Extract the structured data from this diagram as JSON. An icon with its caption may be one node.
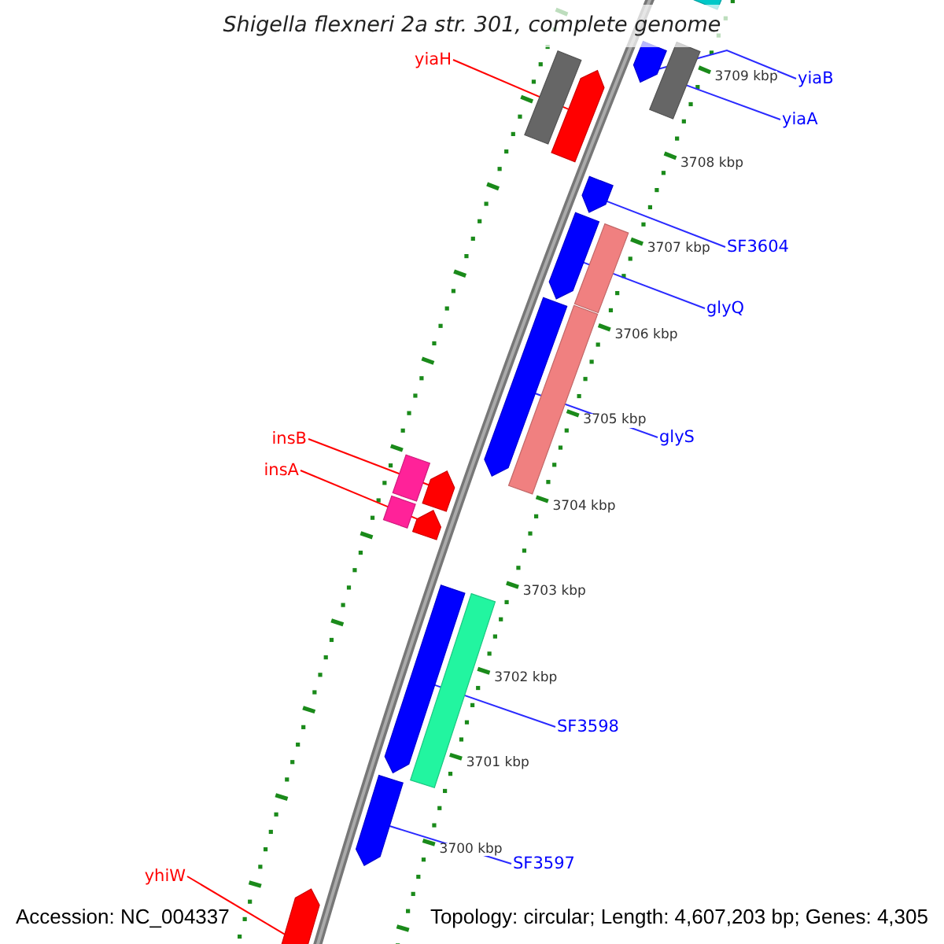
{
  "diagram": {
    "title": "Shigella flexneri 2a str. 301, complete genome",
    "nodes": [
      {
        "text": [
          "yiaH"
        ]
      },
      {
        "text": [
          "yiaB"
        ]
      },
      {
        "text": [
          "yiaA"
        ]
      },
      {
        "text": [
          "SF3604"
        ]
      },
      {
        "text": [
          "glyQ"
        ]
      },
      {
        "text": [
          "glyS"
        ]
      },
      {
        "text": [
          "insB"
        ]
      },
      {
        "text": [
          "insA"
        ]
      },
      {
        "text": [
          "SF3598"
        ]
      },
      {
        "text": [
          "SF3597"
        ]
      },
      {
        "text": [
          "yhiW"
        ]
      },
      {
        "text": [],
        "shape": "bar"
      },
      {
        "text": [],
        "shape": "bar"
      },
      {
        "text": [],
        "shape": "bar"
      },
      {
        "text": [],
        "shape": "bar"
      },
      {
        "text": [],
        "shape": "bar"
      },
      {
        "text": [],
        "shape": "bar"
      },
      {
        "text": [],
        "shape": "bar"
      },
      {
        "text": [],
        "shape": "bar"
      },
      {
        "text": [],
        "shape": "bar"
      },
      {
        "text": [],
        "shape": "bar"
      },
      {
        "text": [],
        "shape": "bar"
      },
      {
        "text": [],
        "shape": "bar"
      },
      {
        "text": [],
        "shape": "bar"
      },
      {
        "text": [],
        "shape": "bar"
      },
      {
        "text": [],
        "shape": "bar"
      },
      {
        "text": [],
        "shape": "bar"
      },
      {
        "text": [],
        "shape": "bar"
      },
      {
        "text": [],
        "shape": "bar"
      }
    ],
    "edges": [
      {
        "from": 0,
        "to": 15,
        "arrow": "none",
        "color": "#ff0000"
      },
      {
        "from": 1,
        "to": 12,
        "arrow": "none"
      },
      {
        "from": 2,
        "to": 13,
        "arrow": "none"
      },
      {
        "from": 3,
        "to": 16,
        "arrow": "none"
      },
      {
        "from": 4,
        "to": 17,
        "arrow": "none"
      },
      {
        "from": 5,
        "to": 19,
        "arrow": "none"
      },
      {
        "from": 6,
        "to": 22,
        "arrow": "none",
        "color": "#ff0000"
      },
      {
        "from": 7,
        "to": 24,
        "arrow": "none",
        "color": "#ff0000"
      },
      {
        "from": 8,
        "to": 25,
        "arrow": "none"
      },
      {
        "from": 9,
        "to": 27,
        "arrow": "none"
      },
      {
        "from": 10,
        "to": 28,
        "arrow": "none",
        "color": "#ff0000"
      }
    ],
    "labels": [
      "3709 kbp",
      "3708 kbp",
      "3707 kbp",
      "3706 kbp",
      "3705 kbp",
      "3704 kbp",
      "3703 kbp",
      "3702 kbp",
      "3701 kbp",
      "3700 kbp",
      "Accession: NC_004337",
      "Topology: circular; Length: 4,607,203 bp; Genes: 4,305"
    ]
  }
}
